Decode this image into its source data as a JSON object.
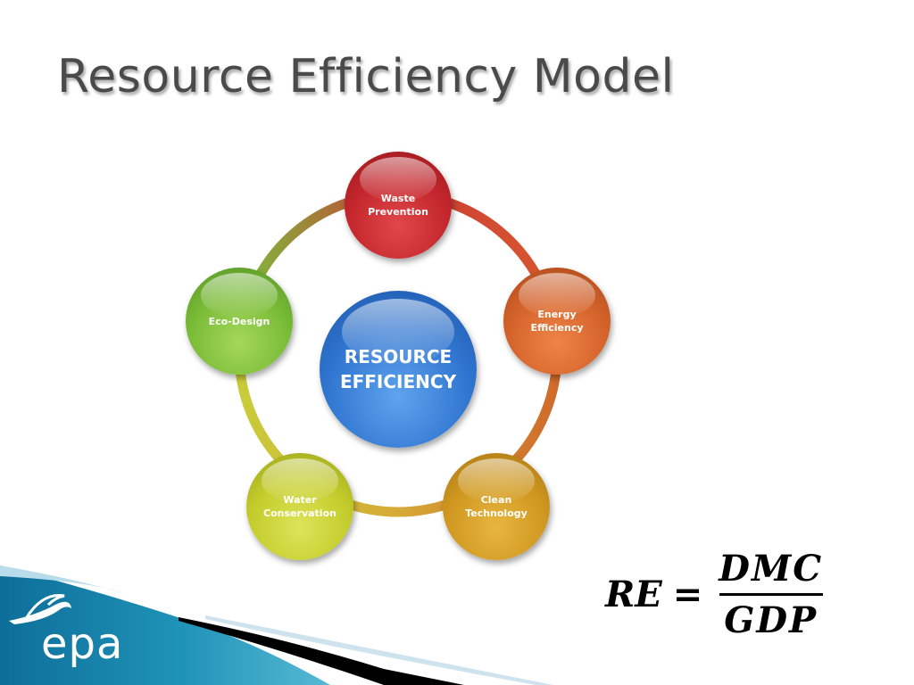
{
  "slide": {
    "title": "Resource Efficiency Model"
  },
  "diagram": {
    "center": {
      "line1": "RESOURCE",
      "line2": "EFFICIENCY",
      "color": "#2f74cf"
    },
    "nodes": [
      {
        "line1": "Waste",
        "line2": "Prevention",
        "color": "#c3262c"
      },
      {
        "line1": "Energy",
        "line2": "Efficiency",
        "color": "#d3622a"
      },
      {
        "line1": "Clean",
        "line2": "Technology",
        "color": "#cf971f"
      },
      {
        "line1": "Water",
        "line2": "Conservation",
        "color": "#c3cc2b"
      },
      {
        "line1": "Eco-Design",
        "line2": "",
        "color": "#78bb36"
      }
    ]
  },
  "formula": {
    "lhs": "RE",
    "equals": "=",
    "numerator": "DMC",
    "denominator": "GDP"
  },
  "footer": {
    "logo_icon": "epa-swan-logo",
    "logo_text": "epa"
  }
}
